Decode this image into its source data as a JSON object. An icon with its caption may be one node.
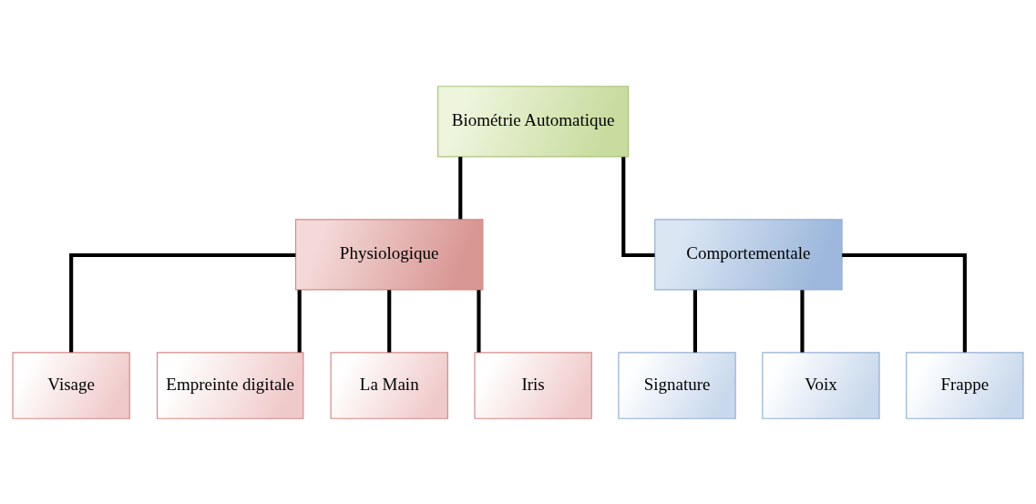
{
  "diagram": {
    "nodes": [
      {
        "text": [
          "Biométrie Automatique"
        ]
      },
      {
        "text": [
          "Physiologique"
        ]
      },
      {
        "text": [
          "Comportementale"
        ]
      },
      {
        "text": [
          "Visage"
        ]
      },
      {
        "text": [
          "Empreinte digitale"
        ]
      },
      {
        "text": [
          "La Main"
        ]
      },
      {
        "text": [
          "Iris"
        ]
      },
      {
        "text": [
          "Signature"
        ]
      },
      {
        "text": [
          "Voix"
        ]
      },
      {
        "text": [
          "Frappe"
        ]
      }
    ],
    "edges": [
      {
        "from": 0,
        "to": 1,
        "arrow": "none"
      },
      {
        "from": 0,
        "to": 2,
        "arrow": "none"
      },
      {
        "from": 1,
        "to": 3,
        "arrow": "none"
      },
      {
        "from": 1,
        "to": 4,
        "arrow": "none"
      },
      {
        "from": 1,
        "to": 5,
        "arrow": "none"
      },
      {
        "from": 1,
        "to": 6,
        "arrow": "none"
      },
      {
        "from": 2,
        "to": 7,
        "arrow": "none"
      },
      {
        "from": 2,
        "to": 8,
        "arrow": "none"
      },
      {
        "from": 2,
        "to": 9,
        "arrow": "none"
      }
    ]
  }
}
